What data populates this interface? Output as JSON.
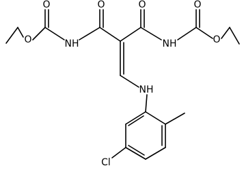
{
  "molecule": {
    "atom_labels": {
      "o_ester_left": "O",
      "o_carbonyl_left": "O",
      "nh_left": "NH",
      "o_amide_left": "O",
      "o_amide_right": "O",
      "nh_right": "NH",
      "o_carbonyl_right": "O",
      "o_ester_right": "O",
      "nh_amine": "NH",
      "cl": "Cl"
    }
  }
}
